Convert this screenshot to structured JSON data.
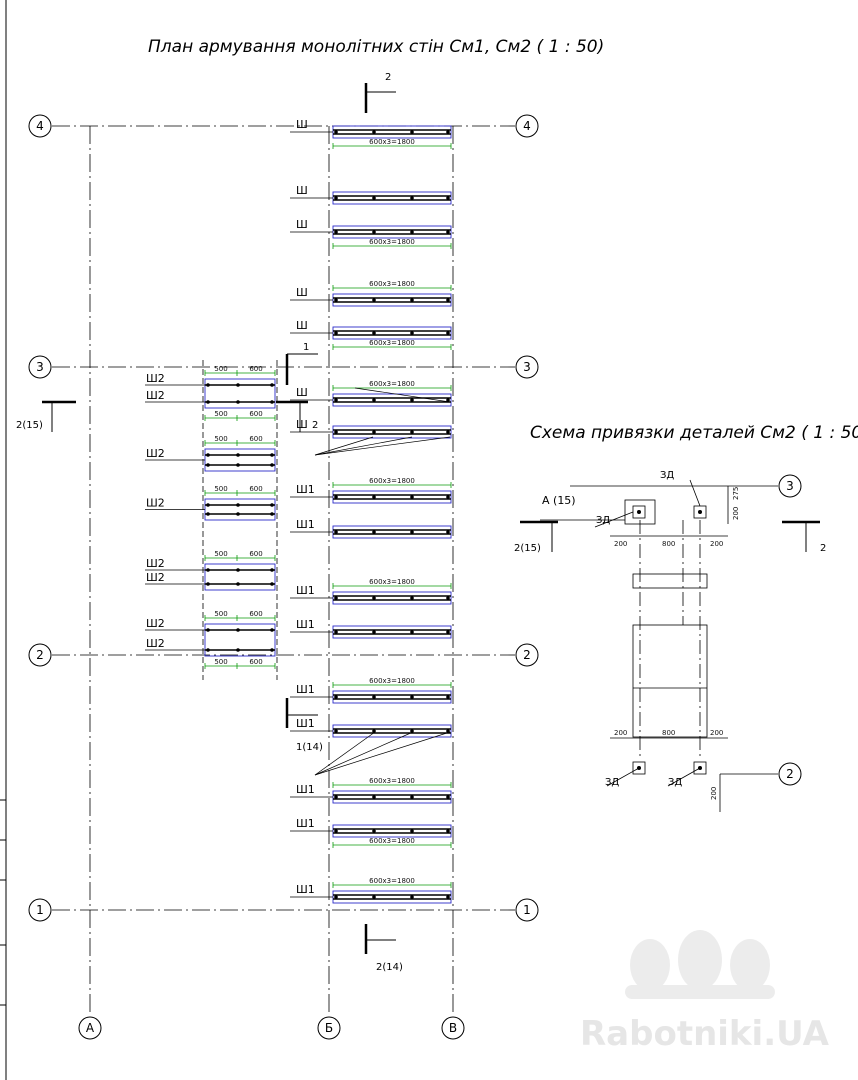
{
  "titles": {
    "plan": "План армування монолітних стін См1, См2 ( 1 : 50)",
    "scheme": "Схема привязки деталей См2 ( 1 : 50)"
  },
  "axes": {
    "rows": [
      "4",
      "3",
      "2",
      "1"
    ],
    "cols": [
      "А",
      "Б",
      "В"
    ]
  },
  "labels": {
    "sec2_top": "2",
    "sec2_bottom": "2(14)",
    "sec1": "1",
    "sec1_14": "1(14)",
    "sec2_left": "2(15)",
    "sec2_mid": "2",
    "ref_sch": "А (15)",
    "sec_sch_left": "2(15)",
    "sec_sch_right": "2"
  },
  "marks": {
    "sh": "Ш",
    "sh1": "Ш1",
    "sh2": "Ш2",
    "zd": "ЗД"
  },
  "dims": {
    "mesh": "600x3=1800",
    "d500": "500",
    "d600": "600",
    "d200": "200",
    "d800": "800",
    "d275": "275"
  },
  "watermark": "Rabotniki.UA",
  "colors": {
    "line": "#000000",
    "dim": "#0a9a0a",
    "mesh": "#2b2bc8"
  }
}
